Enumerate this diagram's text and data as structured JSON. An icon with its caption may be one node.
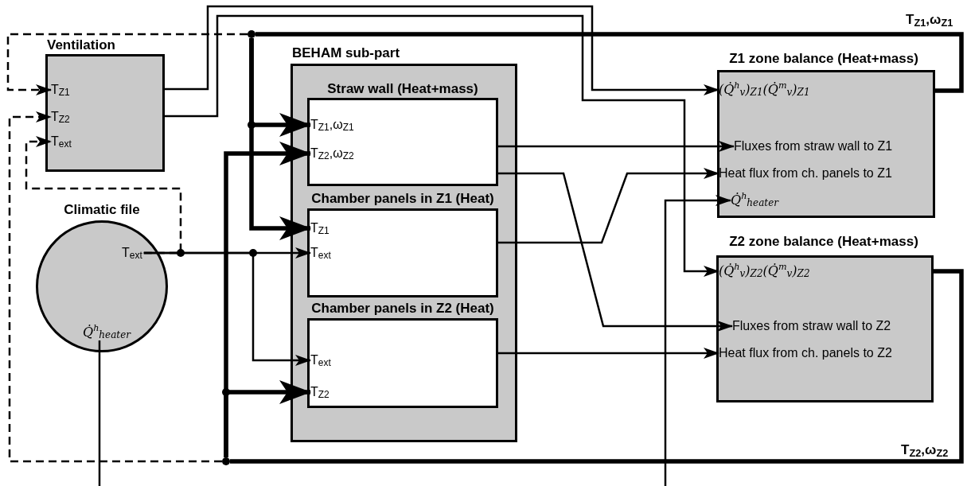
{
  "diagram": {
    "nodes": [
      {
        "text": [
          "Ventilation"
        ]
      },
      {
        "text": [
          "T$_{Z1}$"
        ],
        "in": 0
      },
      {
        "text": [
          "T$_{Z2}$"
        ],
        "in": 0
      },
      {
        "text": [
          "T$_{ext}$"
        ],
        "in": 0
      },
      {
        "text": [
          "Climatic file"
        ]
      },
      {
        "text": [
          "T$_{ext}$"
        ],
        "in": 4
      },
      {
        "text": [
          "Q̇$^{h}$$_{heater}$"
        ],
        "in": 4
      },
      {
        "text": [
          "BEHAM sub-part"
        ]
      },
      {
        "text": [
          "Straw wall (Heat+mass)"
        ],
        "in": 7
      },
      {
        "text": [
          "T$_{Z1}$,ω$_{Z1}$"
        ],
        "in": 8
      },
      {
        "text": [
          "T$_{Z2}$,ω$_{Z2}$"
        ],
        "in": 8
      },
      {
        "text": [
          "Chamber panels in Z1 (Heat)"
        ],
        "in": 7
      },
      {
        "text": [
          "T$_{Z1}$"
        ],
        "in": 11
      },
      {
        "text": [
          "T$_{ext}$"
        ],
        "in": 11
      },
      {
        "text": [
          "Chamber panels in Z2 (Heat)"
        ],
        "in": 7
      },
      {
        "text": [
          "T$_{ext}$"
        ],
        "in": 14
      },
      {
        "text": [
          "T$_{Z2}$"
        ],
        "in": 14
      },
      {
        "text": [
          "Z1 zone balance (Heat+mass)"
        ]
      },
      {
        "text": [
          "(Q̇$^{h}$$_{v}$)$_{Z1}$(Q̇$^{m}$$_{v}$)$_{Z1}$"
        ],
        "in": 17
      },
      {
        "text": [
          "Fluxes from straw wall to Z1"
        ],
        "in": 17
      },
      {
        "text": [
          "Heat flux from ch. panels to Z1"
        ],
        "in": 17
      },
      {
        "text": [
          "Q̇$^{h}$$_{heater}$"
        ],
        "in": 17
      },
      {
        "text": [
          "Z2 zone balance (Heat+mass)"
        ]
      },
      {
        "text": [
          "(Q̇$^{h}$$_{v}$)$_{Z2}$(Q̇$^{m}$$_{v}$)$_{Z2}$"
        ],
        "in": 22
      },
      {
        "text": [
          "Fluxes from straw wall to Z2"
        ],
        "in": 22
      },
      {
        "text": [
          "Heat flux from ch. panels to Z2"
        ],
        "in": 22
      },
      {
        "text": [],
        "shape": "circle"
      },
      {
        "text": [],
        "shape": "circle"
      }
    ],
    "edges": [
      {
        "from": 0,
        "to": 18,
        "arrow": "to"
      },
      {
        "from": 0,
        "to": 23,
        "arrow": "to"
      },
      {
        "from": 26,
        "to": 1,
        "arrow": "to",
        "style": "dashed"
      },
      {
        "from": 26,
        "to": 9,
        "arrow": "to",
        "style": "thick"
      },
      {
        "from": 26,
        "to": 12,
        "arrow": "to",
        "style": "thick"
      },
      {
        "from": 27,
        "to": 2,
        "arrow": "to",
        "style": "dashed"
      },
      {
        "from": 27,
        "to": 10,
        "arrow": "to",
        "style": "thick"
      },
      {
        "from": 27,
        "to": 16,
        "arrow": "to",
        "style": "thick"
      },
      {
        "from": 5,
        "to": 3,
        "arrow": "to",
        "style": "dashed"
      },
      {
        "from": 5,
        "to": 13,
        "arrow": "to"
      },
      {
        "from": 5,
        "to": 15,
        "arrow": "to"
      },
      {
        "from": 6,
        "to": null,
        "arrow": "none"
      },
      {
        "from": null,
        "to": 21,
        "arrow": "to"
      },
      {
        "from": 8,
        "to": 19,
        "arrow": "to"
      },
      {
        "from": 8,
        "to": 24,
        "arrow": "to"
      },
      {
        "from": 11,
        "to": 20,
        "arrow": "to"
      },
      {
        "from": 14,
        "to": 25,
        "arrow": "to"
      },
      {
        "from": 17,
        "to": 26,
        "arrow": "none",
        "style": "thick",
        "label": "T$_{Z1}$,ω$_{Z1}$"
      },
      {
        "from": 22,
        "to": 27,
        "arrow": "none",
        "style": "thick",
        "label": "T$_{Z2}$,ω$_{Z2}$"
      }
    ]
  }
}
